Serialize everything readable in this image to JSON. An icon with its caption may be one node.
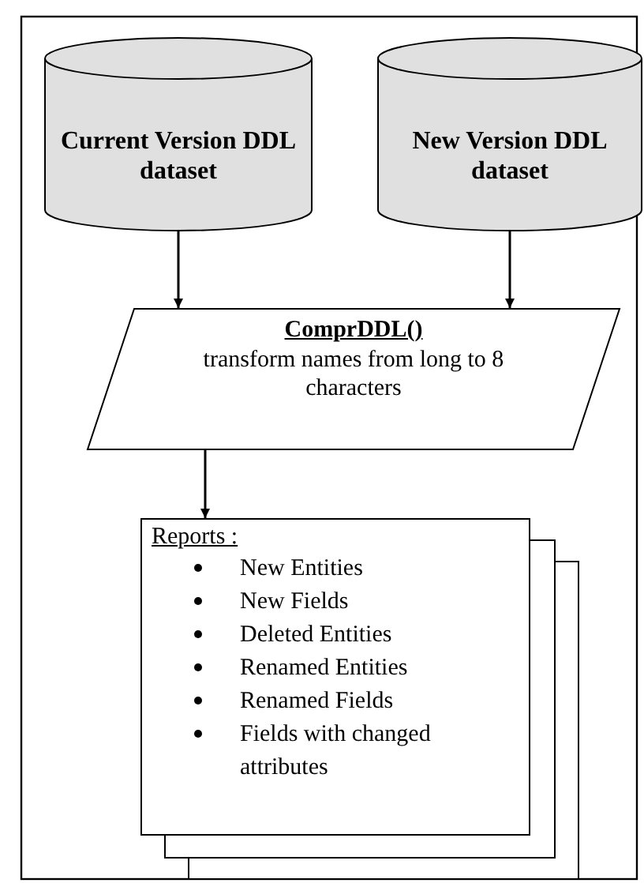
{
  "diagram": {
    "nodes": [
      {
        "text": [
          "Current Version DDL dataset"
        ]
      },
      {
        "text": [
          "New Version DDL dataset"
        ]
      },
      {
        "text": [
          "ComprDDL()",
          "transform names from long to 8 characters"
        ]
      },
      {
        "text": [
          "Reports :",
          "New Entities",
          "New Fields",
          "Deleted Entities",
          "Renamed Entities",
          "Renamed Fields",
          "Fields with changed attributes"
        ]
      }
    ],
    "edges": [
      {
        "from": 0,
        "to": 2,
        "arrow": "to"
      },
      {
        "from": 1,
        "to": 2,
        "arrow": "to"
      },
      {
        "from": 2,
        "to": 3,
        "arrow": "to"
      }
    ]
  }
}
